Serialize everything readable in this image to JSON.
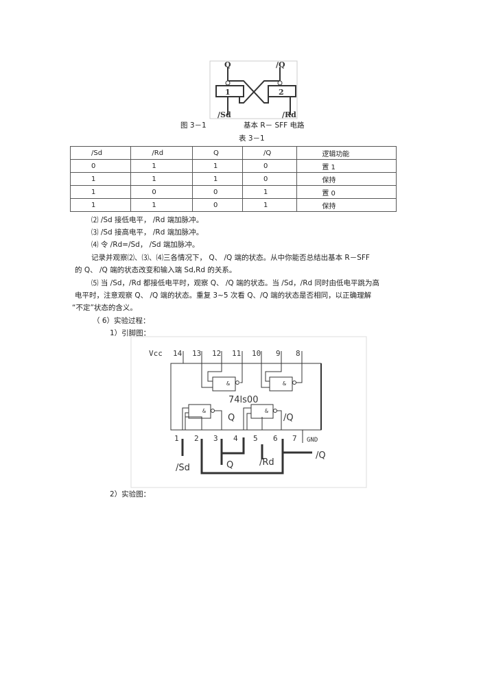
{
  "figure1": {
    "labels": {
      "q": "Q",
      "nq": "/Q",
      "gate1": "1",
      "gate2": "2",
      "sd": "/Sd",
      "rd": "/Rd"
    },
    "caption_num": "图 3－1",
    "caption_text": "基本 R－ SFF 电路"
  },
  "table": {
    "caption": "表 3－1",
    "headers": [
      "/Sd",
      "/Rd",
      "Q",
      "/Q",
      "逻辑功能"
    ],
    "rows": [
      [
        "0",
        "1",
        "1",
        "0",
        "置 1"
      ],
      [
        "1",
        "1",
        "1",
        "0",
        "保持"
      ],
      [
        "1",
        "0",
        "0",
        "1",
        "置 0"
      ],
      [
        "1",
        "1",
        "0",
        "1",
        "保持"
      ]
    ]
  },
  "paragraphs": [
    "⑵  /Sd 接低电平，  /Rd 端加脉冲。",
    "⑶  /Sd 接高电平，  /Rd 端加脉冲。",
    "⑷  令 /Rd=/Sd，  /Sd 端加脉冲。",
    "记录并观察⑵、⑶、⑷三各情况下，      Q、 /Q 端的状态。从中你能否总结出基本      R－SFF",
    "的 Q、 /Q 端的状态改变和输入端    Sd,Rd  的关系。",
    "⑸ 当 /Sd，/Rd 都接低电平时，观察    Q、 /Q 端的状态。当  /Sd，/Rd 同时由低电平跳为高",
    "电平时，注意观察    Q、 /Q 端的状态。重复   3~5 次看 Q、/Q 端的状态是否相同，以正确理解",
    "“不定”状态的含义。",
    "（ 6）实验过程：",
    "1）引脚图：",
    "2）实验图："
  ],
  "pinout": {
    "vcc": "Vcc",
    "chip": "74ls00",
    "gnd": "GND",
    "top_pins": [
      "14",
      "13",
      "12",
      "11",
      "10",
      "9",
      "8"
    ],
    "bottom_pins": [
      "1",
      "2",
      "3",
      "4",
      "5",
      "6",
      "7"
    ],
    "gate_symbol": "&",
    "q": "Q",
    "nq": "/Q",
    "sd": "/Sd",
    "rd": "/Rd"
  }
}
